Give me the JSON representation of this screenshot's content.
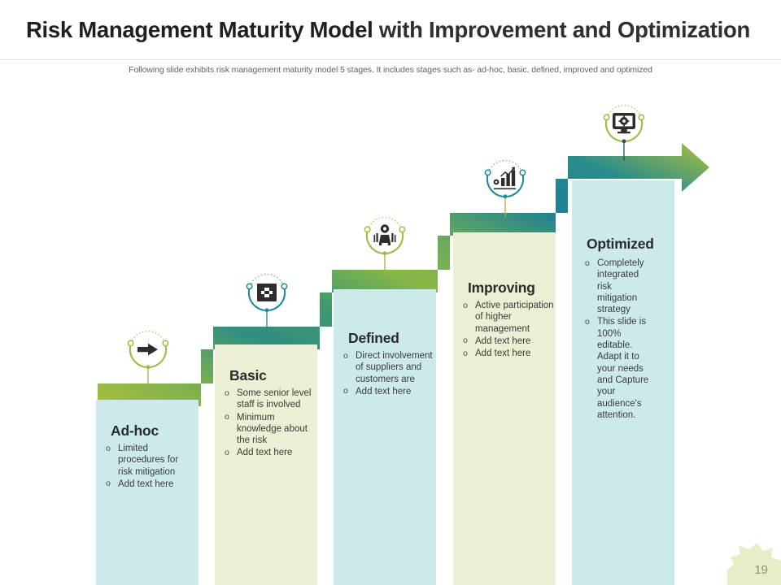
{
  "header": {
    "title_bold": "Risk Management Maturity Model",
    "title_normal": " with Improvement and Optimization",
    "subtitle": "Following slide exhibits risk management maturity model 5 stages. It includes stages such as- ad-hoc, basic, defined, improved and optimized"
  },
  "page": {
    "number": "19"
  },
  "colors": {
    "card_blue": "#cdeaea",
    "card_cream": "#ecefd3",
    "path_green": "#8cb63c",
    "path_teal": "#1f8a8f",
    "icon_green": "#9dbb45",
    "icon_teal": "#1f8a9b",
    "title_dark": "#1f1f1f",
    "subtitle_gray": "#636363",
    "page_olive": "#8f8f7a"
  },
  "stages": [
    {
      "id": "ad-hoc",
      "title": "Ad-hoc",
      "icon": "arrow-right-icon",
      "card_color": "#cdeaea",
      "bullets": [
        "Limited procedures for risk mitigation",
        "Add text here"
      ]
    },
    {
      "id": "basic",
      "title": "Basic",
      "icon": "crop-frame-icon",
      "card_color": "#ecefd3",
      "bullets": [
        "Some senior level staff is involved",
        "Minimum knowledge about the risk",
        "Add text here"
      ]
    },
    {
      "id": "defined",
      "title": "Defined",
      "icon": "person-gear-icon",
      "card_color": "#cdeaea",
      "bullets": [
        "Direct involvement of suppliers and customers are",
        "Add text here"
      ]
    },
    {
      "id": "improving",
      "title": "Improving",
      "icon": "bar-chart-growth-icon",
      "card_color": "#ecefd3",
      "bullets": [
        "Active participation of higher management",
        "Add text here",
        "Add text here"
      ]
    },
    {
      "id": "optimized",
      "title": "Optimized",
      "icon": "monitor-gear-icon",
      "card_color": "#cdeaea",
      "bullets": [
        "Completely integrated risk mitigation strategy",
        "This slide is 100% editable. Adapt it to your needs and Capture your audience's attention."
      ]
    }
  ]
}
